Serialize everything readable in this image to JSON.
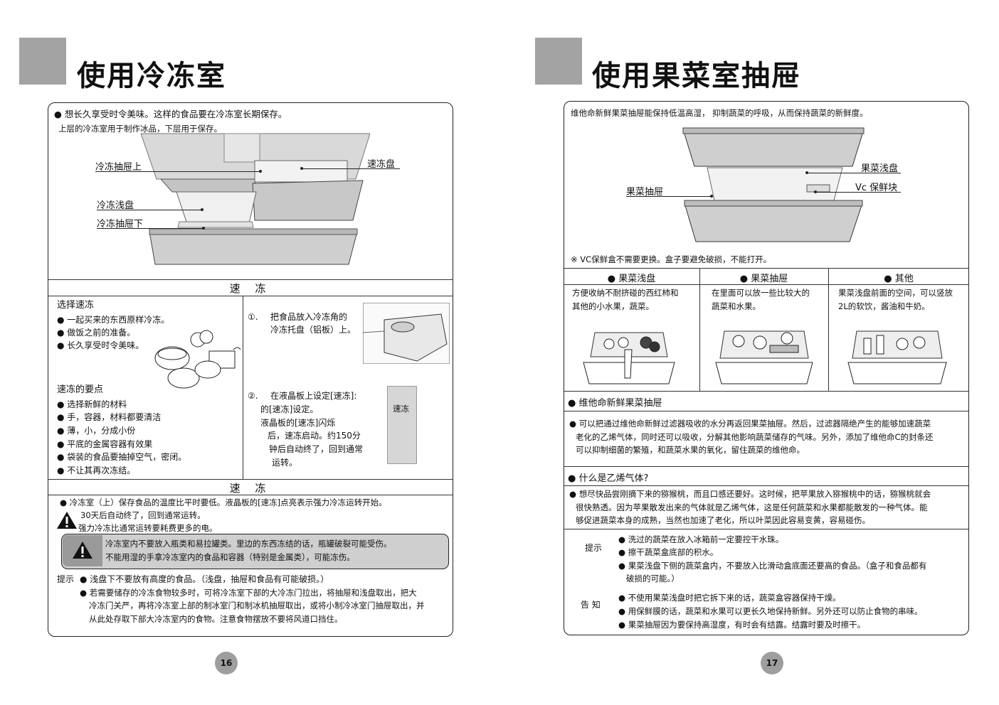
{
  "left": {
    "title": "使用冷冻室",
    "intro_line1": "● 想长久享受时令美味。这样的食品要在冷冻室长期保存。",
    "intro_line2": "上层的冷冻室用于制作冰品，下层用于保存。",
    "callouts": {
      "upper_drawer": "冷冻抽屉上",
      "quick_tray": "速冻盘",
      "shallow_tray": "冷冻浅盘",
      "lower_drawer": "冷冻抽屉下"
    },
    "section1_title": "速 冻",
    "select_title": "选择速冻",
    "select_items": [
      "● 一起买来的东西原样冷冻。",
      "● 做饭之前的准备。",
      "● 长久享受时令美味。"
    ],
    "points_title": "速冻的要点",
    "points_items": [
      "● 选择新鲜的材料",
      "● 手，容器，材料都要清洁",
      "● 薄，小，分成小份",
      "● 平底的金属容器有效果",
      "● 袋装的食品要抽掉空气，密闭。",
      "● 不让其再次冻结。"
    ],
    "step1_num": "①.",
    "step1_l1": "把食品放入冷冻角的",
    "step1_l2": "冷冻托盘（铝板）上。",
    "step2_num": "②.",
    "step2_l1": "在液晶板上设定[速冻]:",
    "step2_l2": "的[速冻]设定。",
    "step2_l3": "液晶板的[速冻]闪烁",
    "step2_l4": "后，速冻启动。约150分",
    "step2_l5": "钟后自动终了，回到通常",
    "step2_l6": "运转。",
    "lcd_label": "速冻",
    "section2_title": "速 冻",
    "note_line": "● 冷冻室（上）保存食品的温度比平时要低。液晶板的[速冻]点亮表示强力冷冻运转开始。",
    "warn_l1": "30天后自动终了，回到通常运转。",
    "warn_l2": "强力冷冻比通常运转要耗费更多的电。",
    "caution_l1": "冷冻室内不要放入瓶类和易拉罐类。里边的东西冻结的话，瓶罐破裂可能受伤。",
    "caution_l2": "不能用湿的手拿冷冻室内的食品和容器（特别是金属类），可能冻伤。",
    "tip_label": "提示",
    "tip1": "● 浅盘下不要放有高度的食品。（浅盘，抽屉和食品有可能破损。）",
    "tip2_l1": "● 若需要储存的冷冻食物较多时，可将冷冻室下部的大冷冻门拉出，将抽屉和浅盘取出，把大",
    "tip2_l2": "冷冻门关严，再将冷冻室上部的制冰室门和制冰机抽屉取出，或将小制冷冰室门抽屉取出，并",
    "tip2_l3": "从此处存取下部大冷冻室内的食物。注意食物摆放不要将风道口挡住。",
    "page_number": "16"
  },
  "right": {
    "title": "使用果菜室抽屉",
    "intro": "维他命新鲜果菜抽屉能保持低温高湿， 抑制蔬菜的呼吸，从而保持蔬菜的新鲜度。",
    "callouts": {
      "shallow_tray": "果菜浅盘",
      "vc_block": "Vc 保鲜块",
      "drawer": "果菜抽屉"
    },
    "vc_note": "※ VC保鲜盒不需要更换。盒子要避免破损，不能打开。",
    "columns": [
      {
        "head": "● 果菜浅盘",
        "l1": "方便收纳不耐挤碰的西红柿和",
        "l2": "其他的小水果，蔬菜。"
      },
      {
        "head": "● 果菜抽屉",
        "l1": "在里面可以放一些比较大的",
        "l2": "蔬菜和水果。"
      },
      {
        "head": "● 其他",
        "l1": "果菜浅盘前面的空间，可以竖放",
        "l2": "2L的软饮，酱油和牛奶。"
      }
    ],
    "vitamin_head": "● 维他命新鲜果菜抽屉",
    "vitamin_l1": "● 可以把通过维他命新鲜过滤器吸收的水分再返回果菜抽屉。然后，过滤器隔绝产生的能够加速蔬菜",
    "vitamin_l2": "老化的乙烯气体，同时还可以吸收，分解其他影响蔬菜储存的气味。另外，添加了维他命C的封条还",
    "vitamin_l3": "可以抑制细菌的繁殖，和蔬菜水果的氧化，留住蔬菜的维他命。",
    "ethylene_head": "● 什么是乙烯气体?",
    "eth_l1": "● 想尽快品尝刚摘下来的猕猴桃，而且口感还要好。这时候，把苹果放入猕猴桃中的话，猕猴桃就会",
    "eth_l2": "很快熟透。因为苹果散发出来的气体就是乙烯气体，这是任何蔬菜和水果都能散发的一种气体。能",
    "eth_l3": "够促进蔬菜本身的成熟，当然也加速了老化，所以叶菜因此容易变黄，容易碰伤。",
    "tip_label": "提示",
    "tip_l1": "● 洗过的蔬菜在放入冰箱前一定要控干水珠。",
    "tip_l2": "● 擦干蔬菜盒底部的积水。",
    "tip_l3": "● 果菜浅盘下侧的蔬菜盒内，不要放入比滑动盒底面还要高的食品。（盒子和食品都有",
    "tip_l4": "破损的可能。）",
    "notice_label": "告 知",
    "notice_l1": "● 不使用果菜浅盘时把它拆下来的话，蔬菜盒容器保持干燥。",
    "notice_l2": "● 用保鲜膜的话，蔬菜和水果可以更长久地保持新鲜。另外还可以防止食物的串味。",
    "notice_l3": "● 果菜抽屉因为要保持高湿度，有时会有结露。结露时要及时擦干。",
    "page_number": "17"
  }
}
